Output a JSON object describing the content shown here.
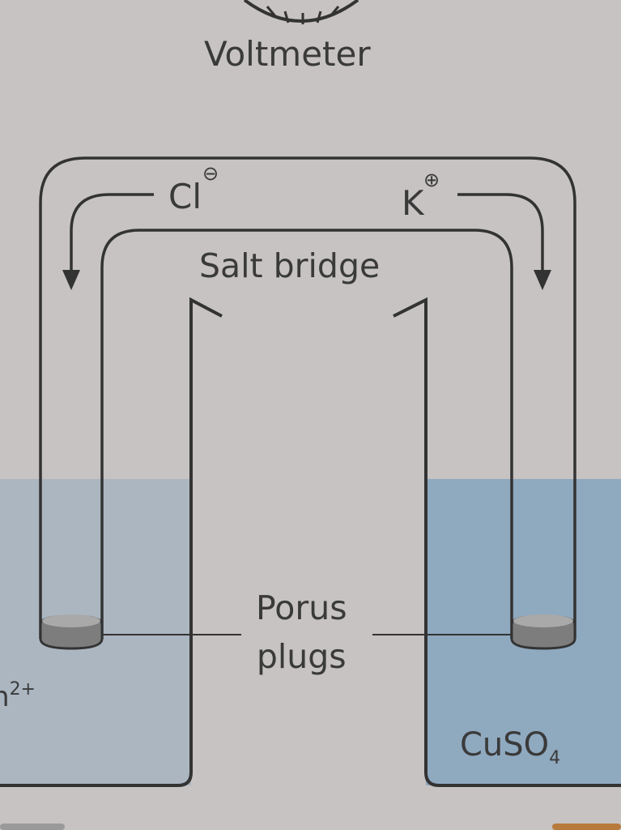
{
  "voltmeter": {
    "label": "Voltmeter"
  },
  "salt_bridge": {
    "label": "Salt bridge",
    "anion": "Cl",
    "anion_charge_symbol": "⊖",
    "cation": "K",
    "cation_charge_symbol": "⊕"
  },
  "plugs": {
    "line1": "Porus",
    "line2": "plugs"
  },
  "left_beaker": {
    "label_text": "n",
    "label_charge": "2+"
  },
  "right_beaker": {
    "label_main": "CuSO",
    "label_sub": "4"
  },
  "colors": {
    "background": "#c6c3c2",
    "left_solution": "#abb6c1",
    "right_solution": "#8fa9bf",
    "outline": "#333333",
    "plug": "#7d7d7d"
  }
}
